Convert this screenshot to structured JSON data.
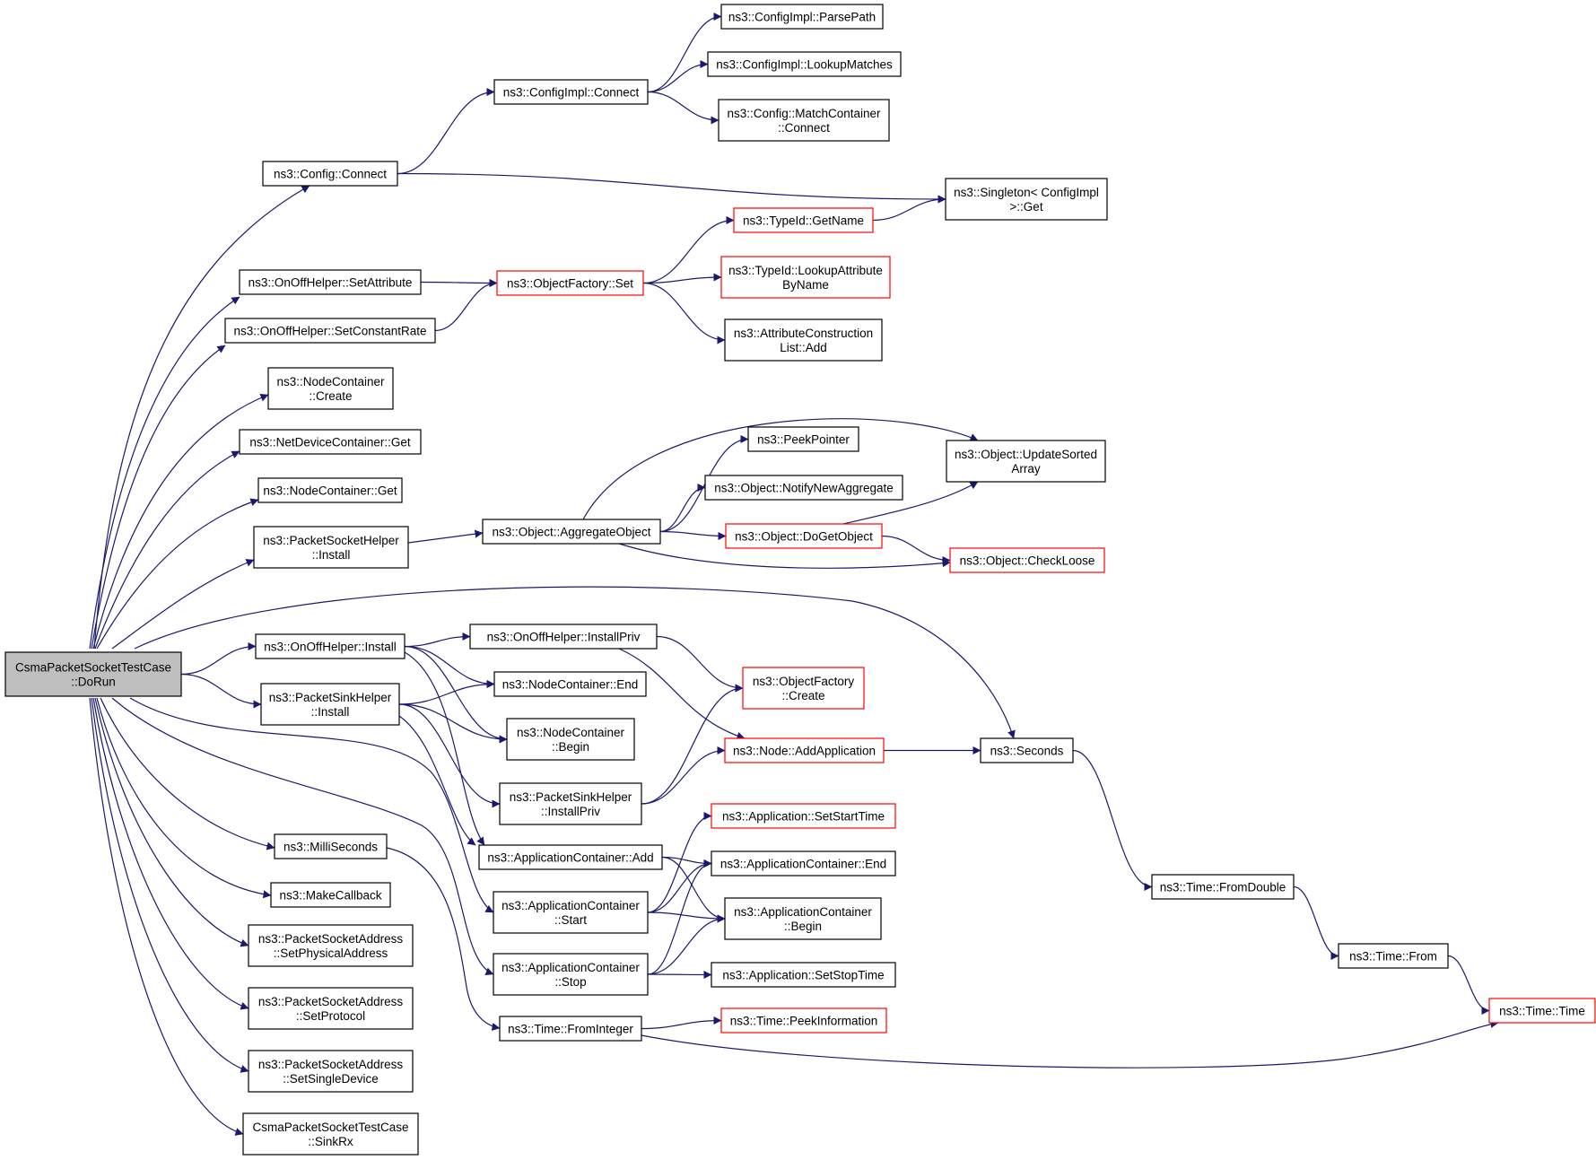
{
  "colors": {
    "edge": "#191970",
    "node_border": "#000000",
    "truncated_node_border": "#ff0000",
    "root_fill": "#bfbfbf",
    "node_fill": "#ffffff"
  },
  "nodes": {
    "root": {
      "lines": [
        "CsmaPacketSocketTestCase",
        "::DoRun"
      ],
      "style": "root"
    },
    "config_connect": {
      "lines": [
        "ns3::Config::Connect"
      ],
      "style": "normal"
    },
    "onoff_setattr": {
      "lines": [
        "ns3::OnOffHelper::SetAttribute"
      ],
      "style": "normal"
    },
    "onoff_setconst": {
      "lines": [
        "ns3::OnOffHelper::SetConstantRate"
      ],
      "style": "normal"
    },
    "nodecont_create": {
      "lines": [
        "ns3::NodeContainer",
        "::Create"
      ],
      "style": "normal"
    },
    "netdev_get": {
      "lines": [
        "ns3::NetDeviceContainer::Get"
      ],
      "style": "normal"
    },
    "nodecont_get": {
      "lines": [
        "ns3::NodeContainer::Get"
      ],
      "style": "normal"
    },
    "pktsock_install": {
      "lines": [
        "ns3::PacketSocketHelper",
        "::Install"
      ],
      "style": "normal"
    },
    "onoff_install": {
      "lines": [
        "ns3::OnOffHelper::Install"
      ],
      "style": "normal"
    },
    "pktsink_install": {
      "lines": [
        "ns3::PacketSinkHelper",
        "::Install"
      ],
      "style": "normal"
    },
    "millis": {
      "lines": [
        "ns3::MilliSeconds"
      ],
      "style": "normal"
    },
    "makecb": {
      "lines": [
        "ns3::MakeCallback"
      ],
      "style": "normal"
    },
    "psa_phys": {
      "lines": [
        "ns3::PacketSocketAddress",
        "::SetPhysicalAddress"
      ],
      "style": "normal"
    },
    "psa_proto": {
      "lines": [
        "ns3::PacketSocketAddress",
        "::SetProtocol"
      ],
      "style": "normal"
    },
    "psa_single": {
      "lines": [
        "ns3::PacketSocketAddress",
        "::SetSingleDevice"
      ],
      "style": "normal"
    },
    "sinkrx": {
      "lines": [
        "CsmaPacketSocketTestCase",
        "::SinkRx"
      ],
      "style": "normal"
    },
    "cfgimpl_connect": {
      "lines": [
        "ns3::ConfigImpl::Connect"
      ],
      "style": "normal"
    },
    "cfgimpl_parse": {
      "lines": [
        "ns3::ConfigImpl::ParsePath"
      ],
      "style": "normal"
    },
    "cfgimpl_lookup": {
      "lines": [
        "ns3::ConfigImpl::LookupMatches"
      ],
      "style": "normal"
    },
    "matchcont_connect": {
      "lines": [
        "ns3::Config::MatchContainer",
        "::Connect"
      ],
      "style": "normal"
    },
    "singleton_get": {
      "lines": [
        "ns3::Singleton< ConfigImpl",
        ">::Get"
      ],
      "style": "normal"
    },
    "typeid_getname": {
      "lines": [
        "ns3::TypeId::GetName"
      ],
      "style": "truncated"
    },
    "objfactory_set": {
      "lines": [
        "ns3::ObjectFactory::Set"
      ],
      "style": "truncated"
    },
    "typeid_lookupattr": {
      "lines": [
        "ns3::TypeId::LookupAttribute",
        "ByName"
      ],
      "style": "truncated"
    },
    "attrconst_add": {
      "lines": [
        "ns3::AttributeConstruction",
        "List::Add"
      ],
      "style": "normal"
    },
    "peekpointer": {
      "lines": [
        "ns3::PeekPointer"
      ],
      "style": "normal"
    },
    "obj_updatesorted": {
      "lines": [
        "ns3::Object::UpdateSorted",
        "Array"
      ],
      "style": "normal"
    },
    "obj_notify": {
      "lines": [
        "ns3::Object::NotifyNewAggregate"
      ],
      "style": "normal"
    },
    "obj_aggregate": {
      "lines": [
        "ns3::Object::AggregateObject"
      ],
      "style": "normal"
    },
    "obj_dogetobject": {
      "lines": [
        "ns3::Object::DoGetObject"
      ],
      "style": "truncated"
    },
    "obj_checkloose": {
      "lines": [
        "ns3::Object::CheckLoose"
      ],
      "style": "truncated"
    },
    "onoff_installpriv": {
      "lines": [
        "ns3::OnOffHelper::InstallPriv"
      ],
      "style": "normal"
    },
    "nodecont_end": {
      "lines": [
        "ns3::NodeContainer::End"
      ],
      "style": "normal"
    },
    "nodecont_begin": {
      "lines": [
        "ns3::NodeContainer",
        "::Begin"
      ],
      "style": "normal"
    },
    "objfactory_create": {
      "lines": [
        "ns3::ObjectFactory",
        "::Create"
      ],
      "style": "truncated"
    },
    "node_addapp": {
      "lines": [
        "ns3::Node::AddApplication"
      ],
      "style": "truncated"
    },
    "seconds": {
      "lines": [
        "ns3::Seconds"
      ],
      "style": "normal"
    },
    "pktsink_installpriv": {
      "lines": [
        "ns3::PacketSinkHelper",
        "::InstallPriv"
      ],
      "style": "normal"
    },
    "app_setstart": {
      "lines": [
        "ns3::Application::SetStartTime"
      ],
      "style": "truncated"
    },
    "appcont_add": {
      "lines": [
        "ns3::ApplicationContainer::Add"
      ],
      "style": "normal"
    },
    "appcont_end": {
      "lines": [
        "ns3::ApplicationContainer::End"
      ],
      "style": "normal"
    },
    "appcont_start": {
      "lines": [
        "ns3::ApplicationContainer",
        "::Start"
      ],
      "style": "normal"
    },
    "appcont_begin": {
      "lines": [
        "ns3::ApplicationContainer",
        "::Begin"
      ],
      "style": "normal"
    },
    "appcont_stop": {
      "lines": [
        "ns3::ApplicationContainer",
        "::Stop"
      ],
      "style": "normal"
    },
    "app_setstop": {
      "lines": [
        "ns3::Application::SetStopTime"
      ],
      "style": "normal"
    },
    "time_fromint": {
      "lines": [
        "ns3::Time::FromInteger"
      ],
      "style": "normal"
    },
    "time_peekinfo": {
      "lines": [
        "ns3::Time::PeekInformation"
      ],
      "style": "truncated"
    },
    "time_fromdouble": {
      "lines": [
        "ns3::Time::FromDouble"
      ],
      "style": "normal"
    },
    "time_from": {
      "lines": [
        "ns3::Time::From"
      ],
      "style": "normal"
    },
    "time_time": {
      "lines": [
        "ns3::Time::Time"
      ],
      "style": "truncated"
    }
  },
  "edges": [
    [
      "root",
      "config_connect"
    ],
    [
      "root",
      "onoff_setattr"
    ],
    [
      "root",
      "onoff_setconst"
    ],
    [
      "root",
      "nodecont_create"
    ],
    [
      "root",
      "netdev_get"
    ],
    [
      "root",
      "nodecont_get"
    ],
    [
      "root",
      "pktsock_install"
    ],
    [
      "root",
      "onoff_install"
    ],
    [
      "root",
      "pktsink_install"
    ],
    [
      "root",
      "seconds"
    ],
    [
      "root",
      "appcont_start"
    ],
    [
      "root",
      "appcont_stop"
    ],
    [
      "root",
      "millis"
    ],
    [
      "root",
      "makecb"
    ],
    [
      "root",
      "psa_phys"
    ],
    [
      "root",
      "psa_proto"
    ],
    [
      "root",
      "psa_single"
    ],
    [
      "root",
      "sinkrx"
    ],
    [
      "config_connect",
      "cfgimpl_connect"
    ],
    [
      "config_connect",
      "singleton_get"
    ],
    [
      "cfgimpl_connect",
      "cfgimpl_parse"
    ],
    [
      "cfgimpl_connect",
      "cfgimpl_lookup"
    ],
    [
      "cfgimpl_connect",
      "matchcont_connect"
    ],
    [
      "onoff_setattr",
      "objfactory_set"
    ],
    [
      "onoff_setconst",
      "objfactory_set"
    ],
    [
      "objfactory_set",
      "typeid_getname"
    ],
    [
      "objfactory_set",
      "typeid_lookupattr"
    ],
    [
      "objfactory_set",
      "attrconst_add"
    ],
    [
      "typeid_getname",
      "singleton_get"
    ],
    [
      "pktsock_install",
      "obj_aggregate"
    ],
    [
      "obj_aggregate",
      "obj_updatesorted"
    ],
    [
      "obj_aggregate",
      "peekpointer"
    ],
    [
      "obj_aggregate",
      "obj_notify"
    ],
    [
      "obj_aggregate",
      "obj_dogetobject"
    ],
    [
      "obj_aggregate",
      "obj_checkloose"
    ],
    [
      "obj_dogetobject",
      "obj_updatesorted"
    ],
    [
      "obj_dogetobject",
      "obj_checkloose"
    ],
    [
      "onoff_install",
      "onoff_installpriv"
    ],
    [
      "onoff_install",
      "nodecont_end"
    ],
    [
      "onoff_install",
      "nodecont_begin"
    ],
    [
      "onoff_install",
      "appcont_add"
    ],
    [
      "onoff_installpriv",
      "objfactory_create"
    ],
    [
      "onoff_installpriv",
      "node_addapp"
    ],
    [
      "pktsink_install",
      "nodecont_end"
    ],
    [
      "pktsink_install",
      "nodecont_begin"
    ],
    [
      "pktsink_install",
      "pktsink_installpriv"
    ],
    [
      "pktsink_install",
      "appcont_add"
    ],
    [
      "pktsink_installpriv",
      "objfactory_create"
    ],
    [
      "pktsink_installpriv",
      "node_addapp"
    ],
    [
      "node_addapp",
      "seconds"
    ],
    [
      "seconds",
      "time_fromdouble"
    ],
    [
      "time_fromdouble",
      "time_from"
    ],
    [
      "time_from",
      "time_time"
    ],
    [
      "appcont_add",
      "appcont_end"
    ],
    [
      "appcont_add",
      "appcont_begin"
    ],
    [
      "appcont_start",
      "app_setstart"
    ],
    [
      "appcont_start",
      "appcont_end"
    ],
    [
      "appcont_start",
      "appcont_begin"
    ],
    [
      "appcont_stop",
      "appcont_end"
    ],
    [
      "appcont_stop",
      "appcont_begin"
    ],
    [
      "appcont_stop",
      "app_setstop"
    ],
    [
      "millis",
      "time_fromint"
    ],
    [
      "time_fromint",
      "time_peekinfo"
    ],
    [
      "time_fromint",
      "time_time"
    ]
  ]
}
